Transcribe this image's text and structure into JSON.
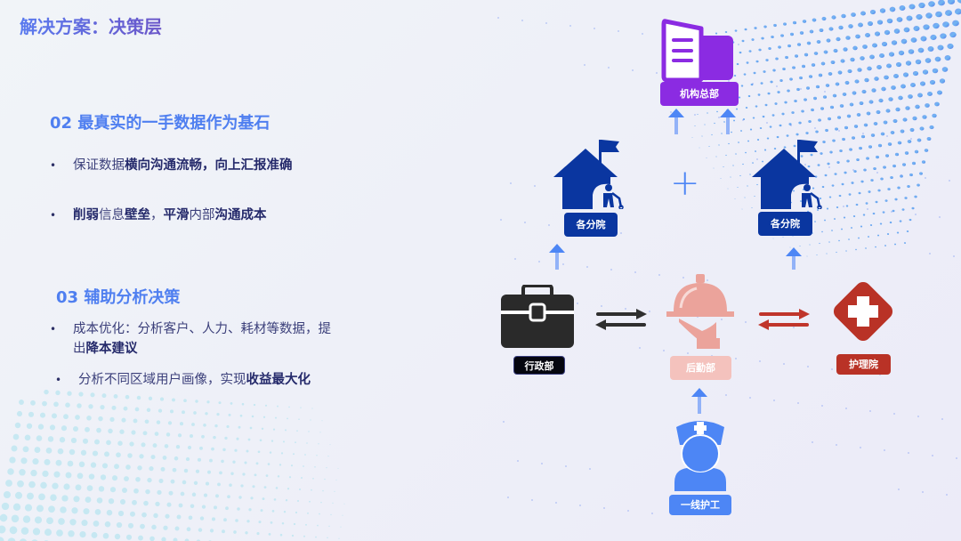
{
  "slide": {
    "title": "解决方案：决策层"
  },
  "left_panel": {
    "sections": [
      {
        "title": "02 最真实的一手数据作为基石",
        "bullets": [
          {
            "segments": [
              {
                "text": "保证数据",
                "bold": false
              },
              {
                "text": "横向沟通流畅，向上汇报准确",
                "bold": true
              }
            ]
          },
          {
            "segments": [
              {
                "text": "削弱",
                "bold": true
              },
              {
                "text": "信息",
                "bold": false
              },
              {
                "text": "壁垒",
                "bold": true
              },
              {
                "text": "，",
                "bold": false
              },
              {
                "text": "平滑",
                "bold": true
              },
              {
                "text": "内部",
                "bold": false
              },
              {
                "text": "沟通成本",
                "bold": true
              }
            ]
          }
        ]
      },
      {
        "title": "03 辅助分析决策",
        "bullets": [
          {
            "segments": [
              {
                "text": "成本优化：分析客户、人力、耗材等数据，",
                "bold": false
              },
              {
                "text": "提出",
                "bold": false
              },
              {
                "text": "降本建议",
                "bold": true
              }
            ]
          },
          {
            "segments": [
              {
                "text": "分析不同区域用户画像，实现",
                "bold": false
              },
              {
                "text": "收益最大化",
                "bold": true
              }
            ]
          }
        ]
      }
    ],
    "bullet_char": "•"
  },
  "diagram": {
    "nodes": {
      "hq": {
        "label": "机构总部",
        "icon": "folder-document-icon",
        "color": "#8b2be2"
      },
      "branch_left": {
        "label": "各分院",
        "icon": "house-elderly-icon",
        "color": "#0a36a0"
      },
      "branch_right": {
        "label": "各分院",
        "icon": "house-elderly-icon",
        "color": "#0a36a0"
      },
      "admin": {
        "label": "行政部",
        "icon": "briefcase-icon",
        "color": "#2a2a2a",
        "label_bg": "#05060f"
      },
      "logistics": {
        "label": "后勤部",
        "icon": "service-cloche-icon",
        "color": "#eba39b",
        "label_bg": "#f4c2bd"
      },
      "nursing_home": {
        "label": "护理院",
        "icon": "medical-cross-icon",
        "color": "#b93226"
      },
      "caregiver": {
        "label": "一线护工",
        "icon": "nurse-icon",
        "color": "#4d86f5"
      }
    },
    "plus_symbol": "+",
    "arrow_color_up": "#4d86f5",
    "arrow_color_dark": "#2f2f2f",
    "arrow_color_red": "#c0352b"
  },
  "colors": {
    "title_gradient_start": "#5a7bef",
    "title_gradient_end": "#6a55c8",
    "section_title": "#4f7ff0",
    "body_text": "#3b3f7a",
    "bold_text": "#252a6b"
  }
}
